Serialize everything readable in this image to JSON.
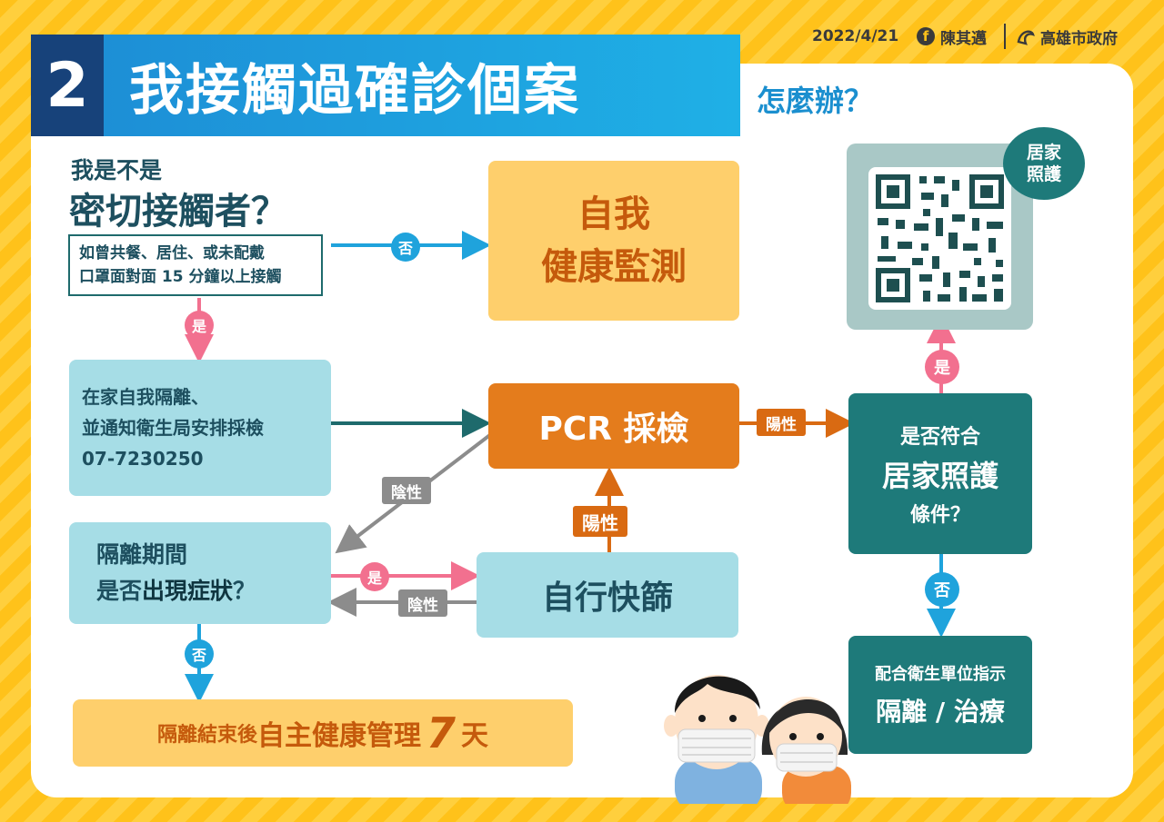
{
  "meta": {
    "date": "2022/4/21",
    "mayor": "陳其邁",
    "org": "高雄市政府"
  },
  "header": {
    "number": "2",
    "title": "我接觸過確診個案",
    "subtitle": "怎麼辦？"
  },
  "question": {
    "line1": "我是不是",
    "line2": "密切接觸者？",
    "note_line1": "如曾共餐、居住、或未配戴",
    "note_line2": "口罩面對面 15 分鐘以上接觸"
  },
  "boxes": {
    "self_monitor_1": "自我",
    "self_monitor_2": "健康監測",
    "home_care_badge_1": "居家",
    "home_care_badge_2": "照護",
    "isolate_1": "在家自我隔離、",
    "isolate_2": "並通知衛生局安排採檢",
    "isolate_phone": "07-7230250",
    "pcr": "PCR 採檢",
    "cond_1": "是否符合",
    "cond_2": "居家照護",
    "cond_3": "條件？",
    "period_1": "隔離期間",
    "period_2a": "是否",
    "period_2b": "出現症狀",
    "period_2c": "？",
    "rapid": "自行快篩",
    "treat_1": "配合衛生單位指示",
    "treat_2": "隔離 / 治療",
    "final_a": "隔離結束後",
    "final_b": "自主健康管理",
    "final_n": "7",
    "final_c": "天"
  },
  "labels": {
    "no": "否",
    "yes": "是",
    "positive": "陽性",
    "negative": "陰性"
  },
  "colors": {
    "teal": "#1e7a7a",
    "blue": "#1b8fcf",
    "pink": "#f2708f",
    "orange": "#e47c1c",
    "gray": "#8c8c8c"
  }
}
